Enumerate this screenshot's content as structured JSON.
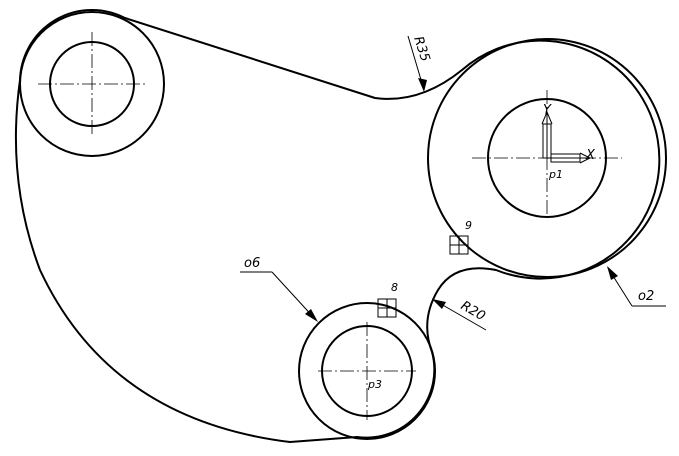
{
  "labels": {
    "radius_large": "R35",
    "radius_small": "R20",
    "circle_o6": "o6",
    "circle_o2": "o2",
    "point_p1": "p1",
    "point_p3": "p3",
    "marker_9": "9",
    "marker_8": "8",
    "axis_x": "X",
    "axis_y": "Y"
  }
}
